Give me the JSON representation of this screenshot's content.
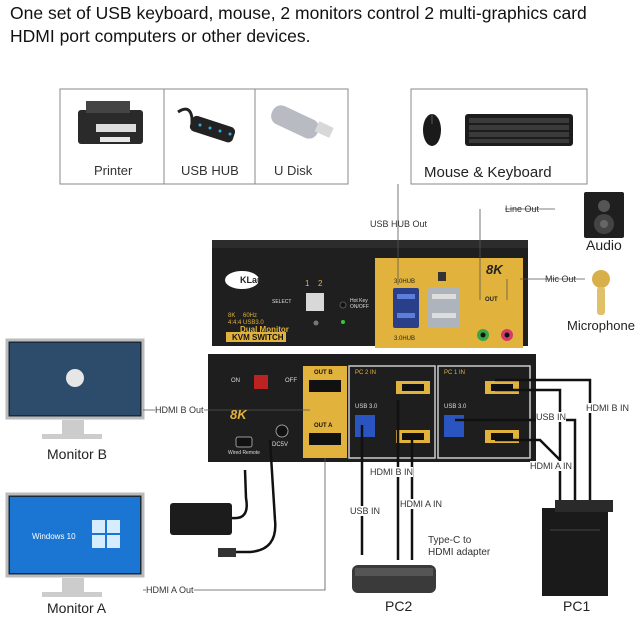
{
  "headline": "One set of USB keyboard, mouse, 2 monitors control 2 multi-graphics card HDMI port computers or other devices.",
  "peripherals": {
    "printer": "Printer",
    "usb_hub": "USB HUB",
    "u_disk": "U Disk",
    "mouse_keyboard": "Mouse & Keyboard",
    "audio": "Audio",
    "microphone": "Microphone"
  },
  "connections": {
    "usb_hub_out": "USB HUB  Out",
    "line_out": "Line  Out",
    "mic_out": "Mic  Out",
    "hdmi_b_out": "HDMI B Out",
    "hdmi_a_out": "HDMI A Out",
    "usb_in_pc1": "USB IN",
    "hdmi_b_in_pc1": "HDMI B IN",
    "hdmi_a_in_pc1": "HDMI A IN",
    "hdmi_b_in_pc2": "HDMI B IN",
    "hdmi_a_in_pc2": "HDMI A IN",
    "usb_in_pc2": "USB IN",
    "adapter": "Type-C to\nHDMI adapter"
  },
  "devices": {
    "monitor_b": "Monitor B",
    "monitor_a": "Monitor A",
    "pc1": "PC1",
    "pc2": "PC2",
    "windows_label": "Windows 10"
  },
  "switch_front": {
    "brand": "KLau",
    "resolution": "8K",
    "badge_res": "8K",
    "badge_hz": "60Hz",
    "badge_color": "4:4:4",
    "badge_usb": "USB3.0",
    "title1": "Dual Monitor",
    "title2": "KVM SWITCH",
    "select": "SELECT",
    "port1": "1",
    "port2": "2",
    "hotkey": "Hot Key\nON/OFF",
    "hub_top": "3.0HUB",
    "hub_bottom": "3.0HUB",
    "out": "OUT"
  },
  "switch_back": {
    "on": "ON",
    "off": "OFF",
    "out_b": "OUT B",
    "out_a": "OUT A",
    "pc2": "PC 2 IN",
    "pc1": "PC 1 IN",
    "usb30_2": "USB 3.0",
    "usb30_1": "USB 3.0",
    "resolution": "8K",
    "dc": "DC5V",
    "wired_remote": "Wired Remote"
  },
  "colors": {
    "accent": "#e2b33c",
    "panel": "#1e1e1e"
  }
}
